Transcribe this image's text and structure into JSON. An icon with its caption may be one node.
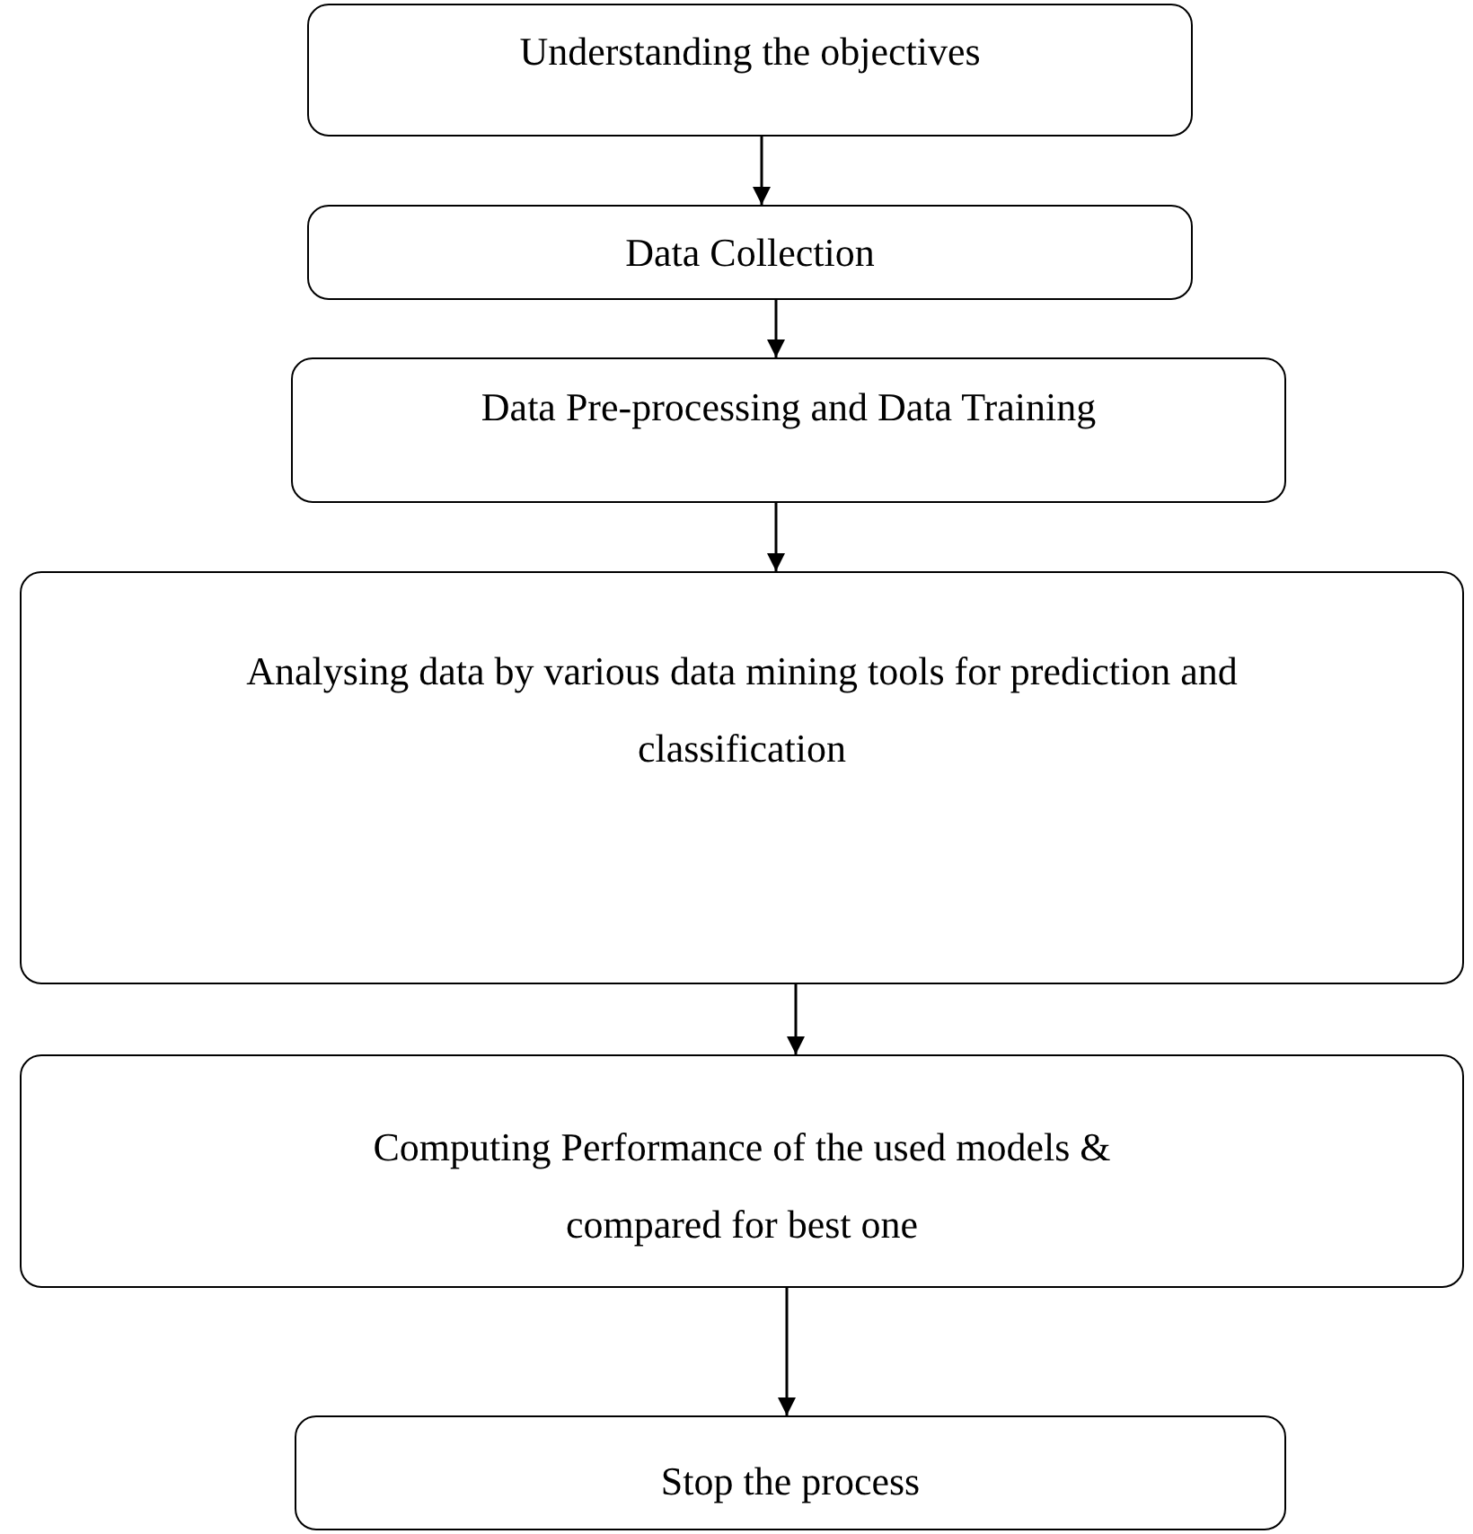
{
  "diagram": {
    "nodes": [
      {
        "text": [
          "Understanding the objectives"
        ]
      },
      {
        "text": [
          "Data Collection"
        ]
      },
      {
        "text": [
          "Data Pre-processing and Data Training"
        ]
      },
      {
        "text": [
          "Analysing data by various data mining tools for prediction and classification"
        ]
      },
      {
        "text": [
          "Computing Performance of the used models & compared for best one"
        ]
      },
      {
        "text": [
          "Stop the process"
        ]
      }
    ],
    "edges": [
      {
        "from": 0,
        "to": 1,
        "arrow": "to"
      },
      {
        "from": 1,
        "to": 2,
        "arrow": "to"
      },
      {
        "from": 2,
        "to": 3,
        "arrow": "to"
      },
      {
        "from": 3,
        "to": 4,
        "arrow": "to"
      },
      {
        "from": 4,
        "to": 5,
        "arrow": "to"
      }
    ]
  }
}
